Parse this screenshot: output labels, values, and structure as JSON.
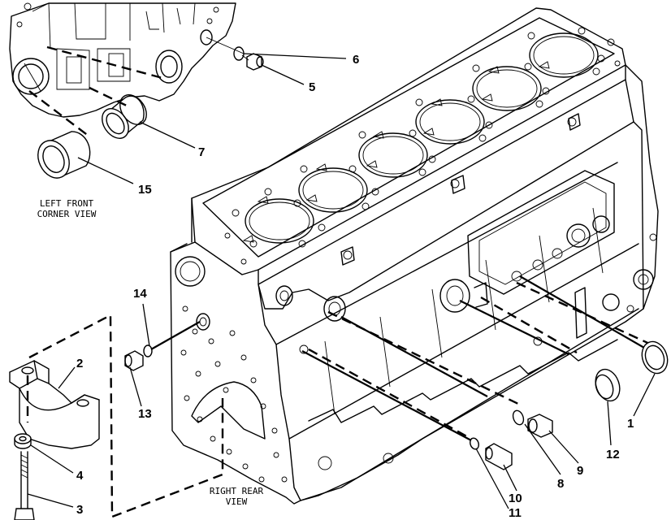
{
  "callouts": {
    "c1": "1",
    "c2": "2",
    "c3": "3",
    "c4": "4",
    "c5": "5",
    "c6": "6",
    "c7": "7",
    "c8": "8",
    "c9": "9",
    "c10": "10",
    "c11": "11",
    "c12": "12",
    "c13": "13",
    "c14": "14",
    "c15": "15"
  },
  "views": {
    "left_front_line1": "LEFT FRONT",
    "left_front_line2": "CORNER VIEW",
    "right_rear_line1": "RIGHT REAR",
    "right_rear_line2": "VIEW"
  }
}
